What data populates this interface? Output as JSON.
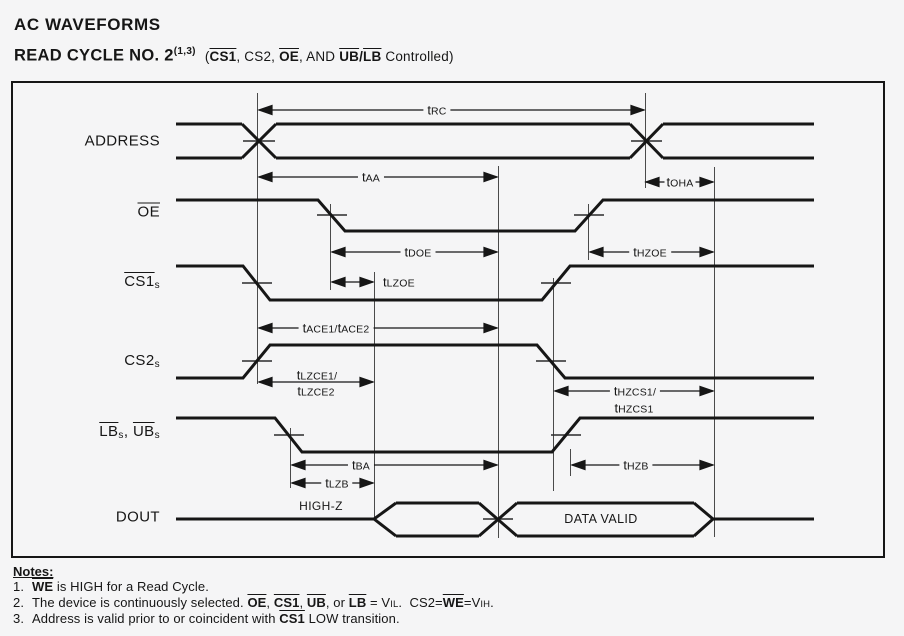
{
  "header": {
    "title": "AC WAVEFORMS",
    "subtitle": {
      "main": "READ CYCLE NO. 2",
      "sup": "(1,3)",
      "open": "(",
      "cs1": "CS1",
      "mid1": ", CS2, ",
      "oe": "OE",
      "mid2": ", AND ",
      "ub": "UB",
      "slash": "/",
      "lb": "LB",
      "tail": " Controlled)"
    }
  },
  "signals": {
    "address": "ADDRESS",
    "oe": "OE",
    "cs1": "CS1",
    "cs1_sub": "s",
    "cs2": "CS2",
    "cs2_sub": "s",
    "lb": "LB",
    "lb_sub": "s",
    "lbub_sep": ", ",
    "ub": "UB",
    "ub_sub": "s",
    "dout": "DOUT"
  },
  "timing": {
    "trc": {
      "p": "t",
      "n": "RC"
    },
    "taa": {
      "p": "t",
      "n": "AA"
    },
    "toha": {
      "p": "t",
      "n": "OHA"
    },
    "tdoe": {
      "p": "t",
      "n": "DOE"
    },
    "thzoe": {
      "p": "t",
      "n": "HZOE"
    },
    "tlzoe": {
      "p": "t",
      "n": "LZOE"
    },
    "tace": {
      "p1": "t",
      "n1": "ACE1/",
      "p2": "t",
      "n2": "ACE2"
    },
    "tlzce_line1": {
      "p": "t",
      "n": "LZCE1/"
    },
    "tlzce_line2": {
      "p": "t",
      "n": "LZCE2"
    },
    "thzcs_line1": {
      "p": "t",
      "n": "HZCS1/"
    },
    "thzcs_line2": {
      "p": "t",
      "n": "HZCS1"
    },
    "tba": {
      "p": "t",
      "n": "BA"
    },
    "tlzb": {
      "p": "t",
      "n": "LZB"
    },
    "thzb": {
      "p": "t",
      "n": "HZB"
    }
  },
  "annotations": {
    "high_z": "HIGH-Z",
    "data_valid": "DATA VALID"
  },
  "notes": {
    "heading": "Notes:",
    "n1": {
      "num": "1.",
      "we": "WE",
      "t1": " is HIGH for a Read Cycle."
    },
    "n2": {
      "num": "2.",
      "t1": "The device is continuously selected. ",
      "oe": "OE",
      "c1": ", ",
      "cs1": "CS1",
      "c2": ", ",
      "ub": "UB",
      "c3": ", or ",
      "lb": "LB",
      "t2": " = V",
      "vil": "IL",
      "t3": ".  CS2=",
      "we": "WE",
      "t4": "=V",
      "vih": "IH",
      "t5": "."
    },
    "n3": {
      "num": "3.",
      "t1": "Address is valid prior to or coincident with ",
      "cs1": "CS1",
      "t2": " LOW transition."
    }
  },
  "colors": {
    "background": "#f5f5f6",
    "line": "#161616",
    "reference_line": "#4a4a4a"
  }
}
